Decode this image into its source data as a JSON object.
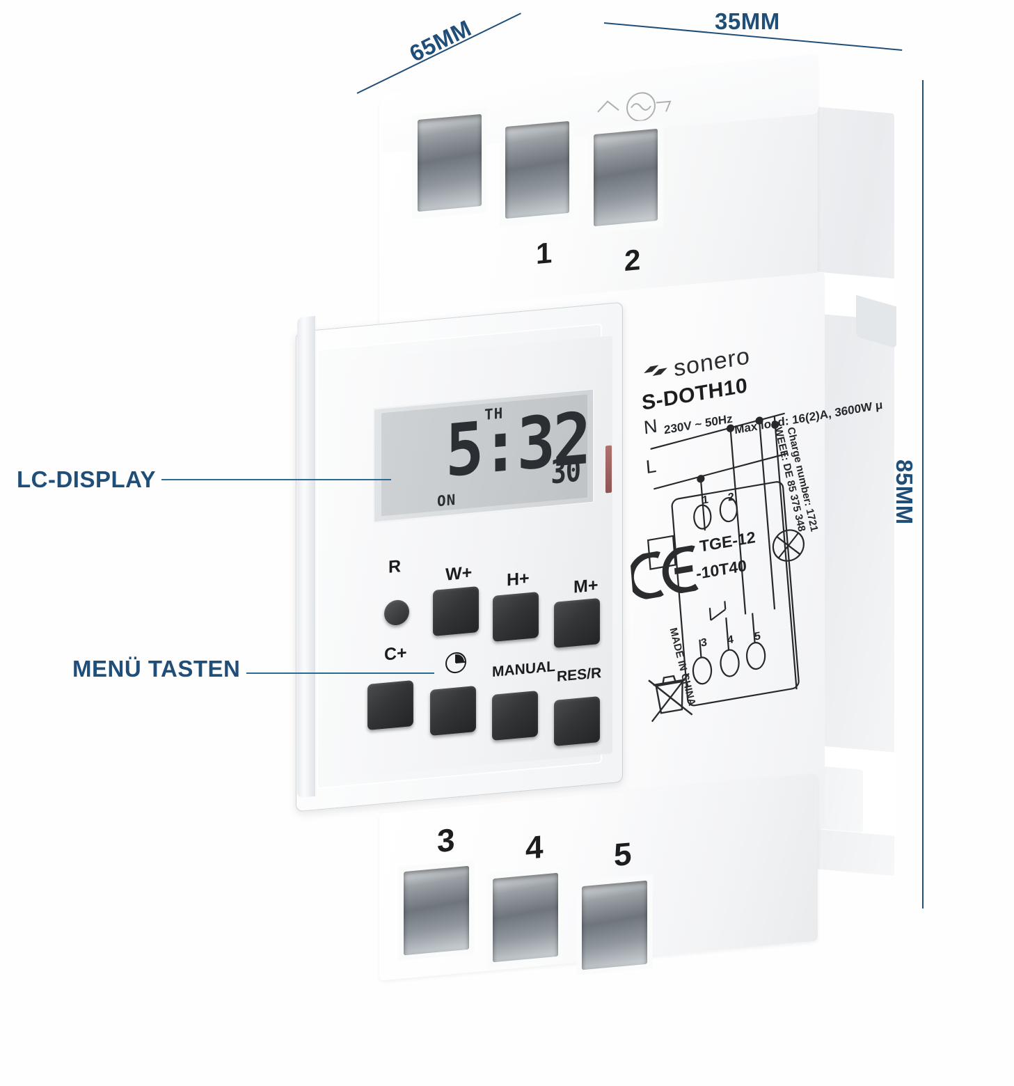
{
  "annotations": {
    "lc_display": "LC-DISPLAY",
    "menu_tasten": "MENÜ TASTEN"
  },
  "dimensions": {
    "depth": "65MM",
    "width": "35MM",
    "height": "85MM"
  },
  "device": {
    "brand": "sonero",
    "model": "S-DOTH10",
    "logo_icon": "sonero-diamond-logo",
    "spec_voltage": "230V ~ 50Hz",
    "spec_load": "Max load: 16(2)A, 3600W μ",
    "terminal_n": "N",
    "terminal_l": "L",
    "type_code": "TGE-12",
    "temp_code": "-10T40",
    "charge_number": "Charge number: 1721",
    "weee": "WEEE: DE 85 375 348",
    "made_in": "MADE IN CHINA",
    "ce_mark": "CE",
    "bin_icon": "crossed-out-wheelie-bin-icon",
    "lamp_icon": "lamp-symbol-icon",
    "relay_icon": "relay-contact-icon"
  },
  "terminals": {
    "top": [
      "1",
      "2"
    ],
    "bottom": [
      "3",
      "4",
      "5"
    ],
    "diagram_top": [
      "1",
      "2"
    ],
    "diagram_bottom": [
      "3",
      "4",
      "5"
    ]
  },
  "lcd": {
    "time": "5:32",
    "minutes_small": "30",
    "weekday": "TH",
    "state": "ON"
  },
  "buttons": {
    "row_top": [
      {
        "label": "R",
        "name": "reset-button",
        "shape": "round"
      },
      {
        "label": "W+",
        "name": "week-button",
        "shape": "square"
      },
      {
        "label": "H+",
        "name": "hour-button",
        "shape": "square"
      },
      {
        "label": "M+",
        "name": "minute-button",
        "shape": "square"
      }
    ],
    "row_bottom": [
      {
        "label": "C+",
        "name": "clock-set-button",
        "shape": "square"
      },
      {
        "label": "",
        "name": "clock-icon-button",
        "shape": "square",
        "icon": "clock-icon"
      },
      {
        "label": "MANUAL",
        "name": "manual-button",
        "shape": "square"
      },
      {
        "label": "RES/R",
        "name": "res-r-button",
        "shape": "square"
      }
    ]
  },
  "colors": {
    "annotation_blue": "#1f4e79",
    "leader_blue": "#2c6a93",
    "button_dark": "#2b2d2f",
    "lcd_gray": "#c6cacd"
  }
}
